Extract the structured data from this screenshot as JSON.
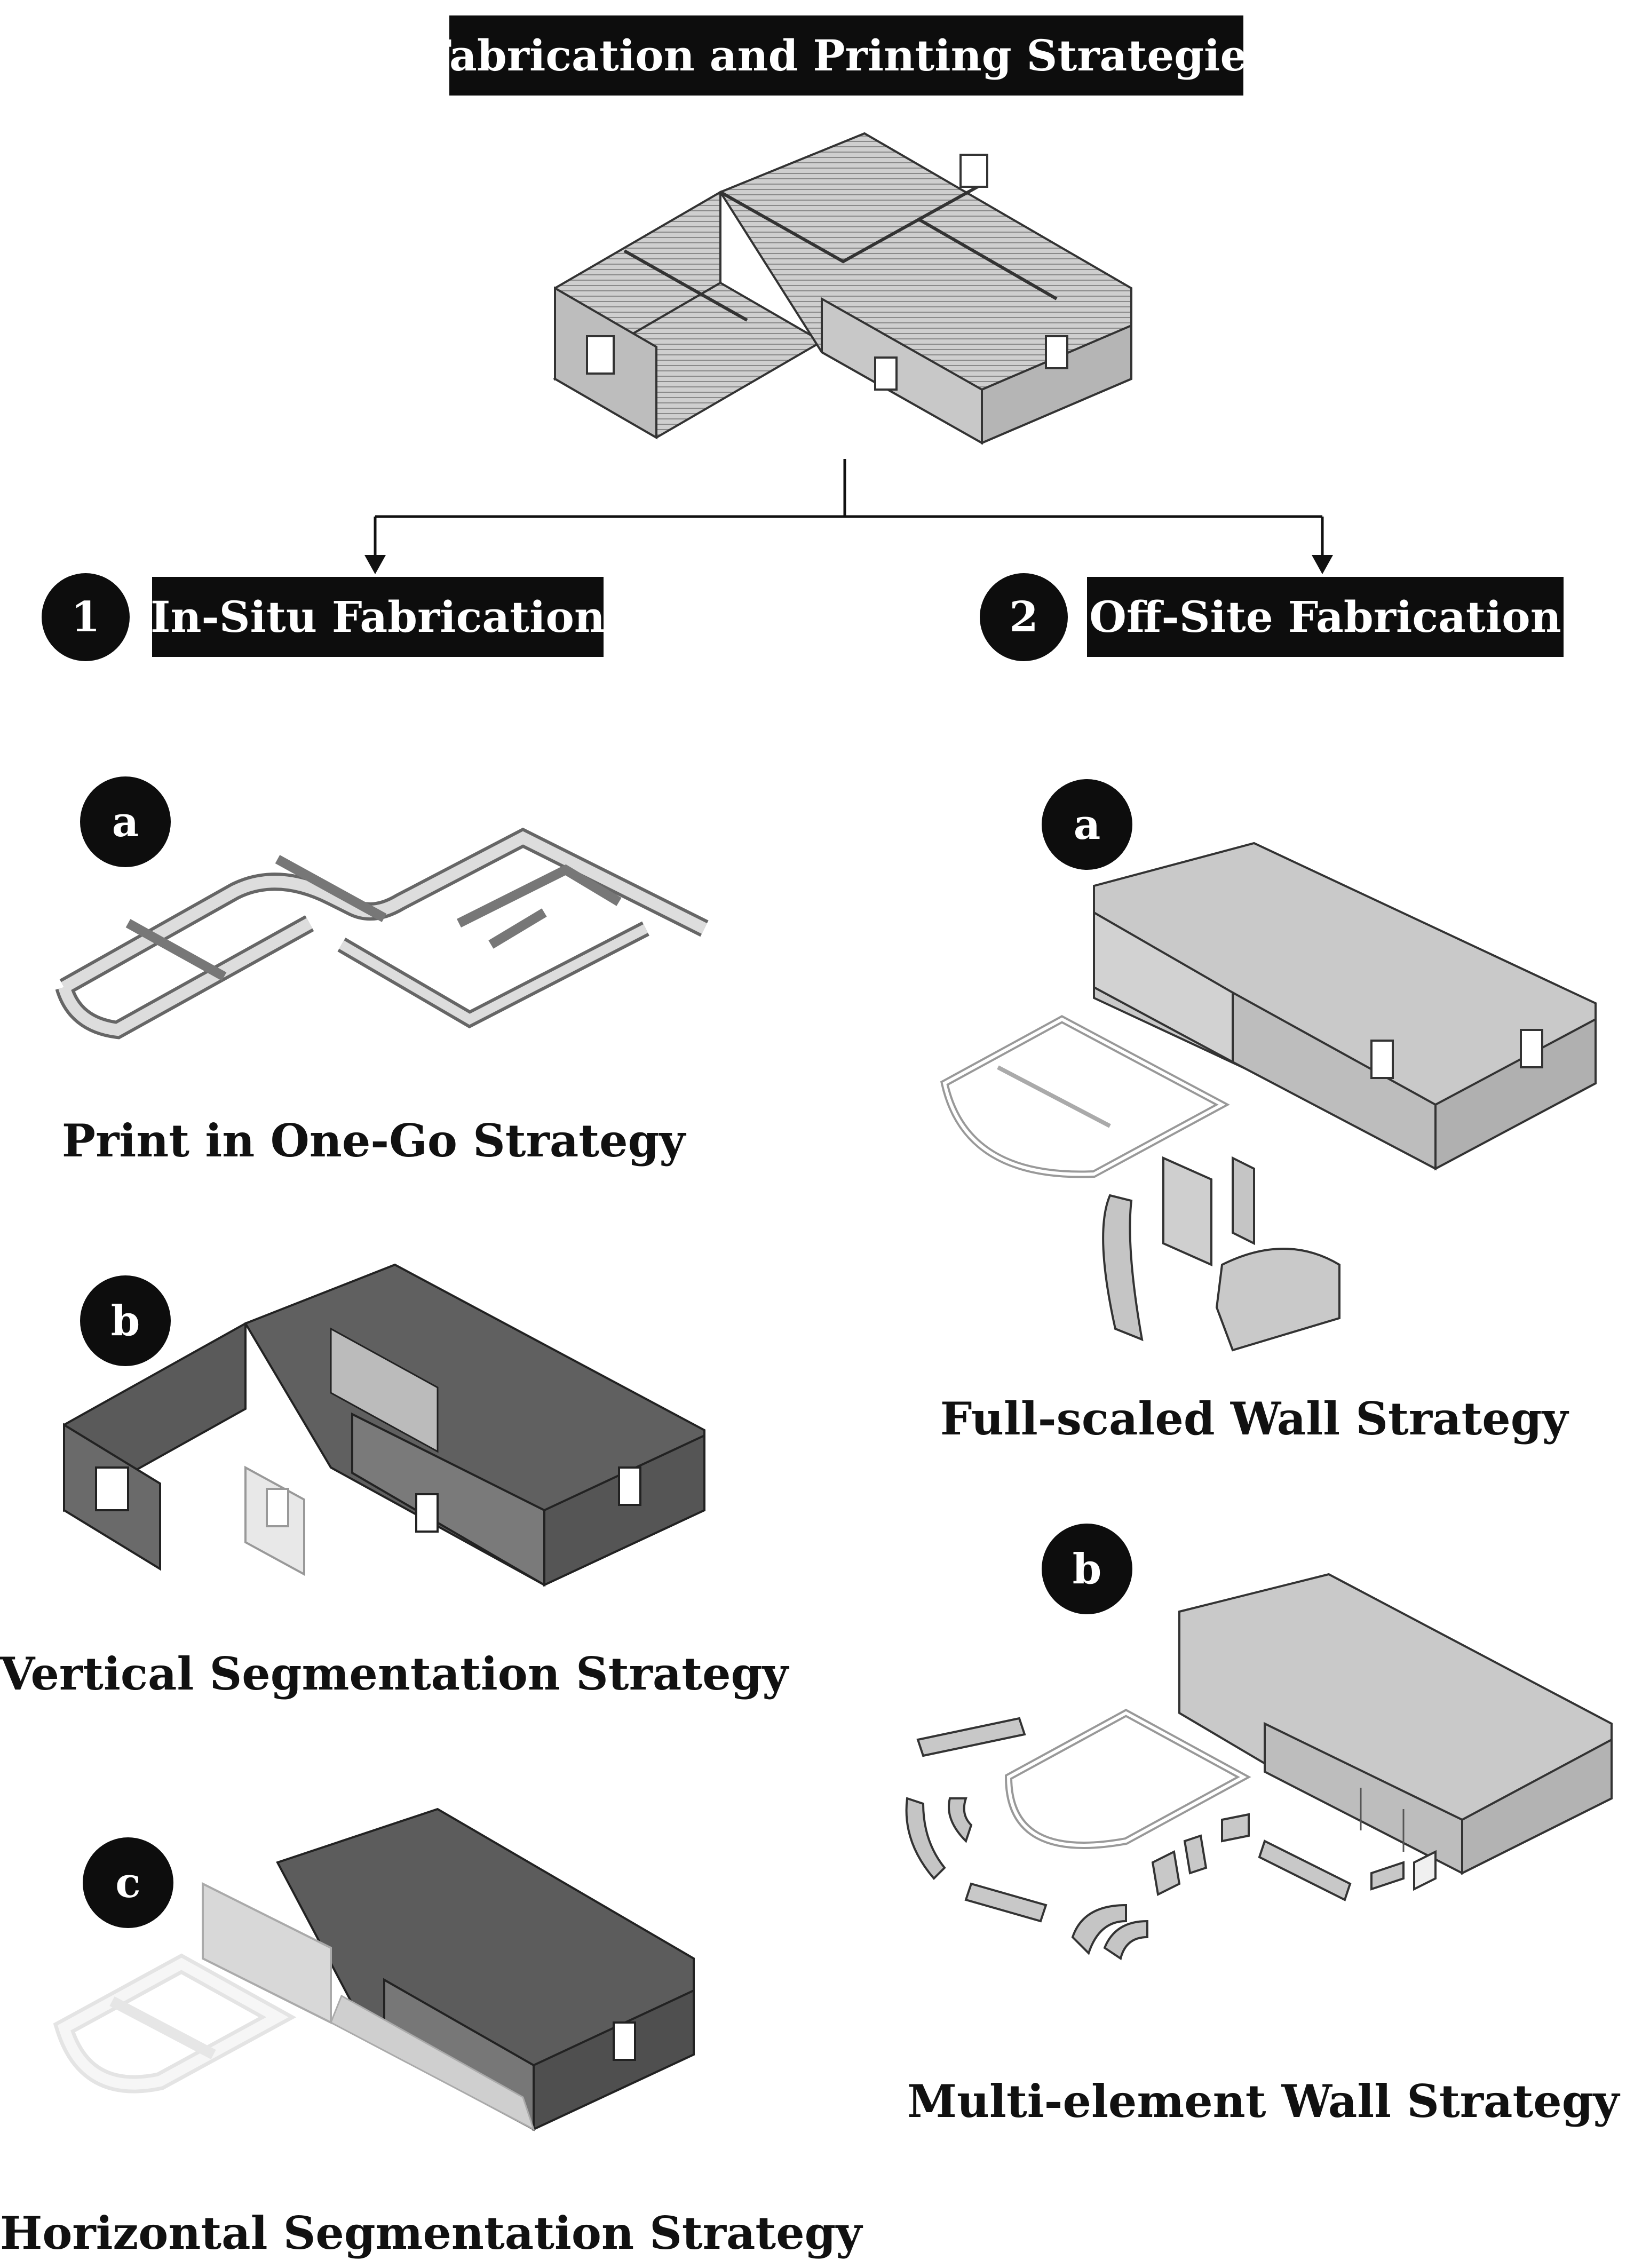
{
  "title": "Fabrication and Printing Strategies",
  "branches": [
    {
      "number": "1",
      "label": "In-Situ Fabrication"
    },
    {
      "number": "2",
      "label": "Off-Site Fabrication"
    }
  ],
  "in_situ": [
    {
      "letter": "a",
      "caption": "Print in One-Go Strategy"
    },
    {
      "letter": "b",
      "caption": "Vertical Segmentation Strategy"
    },
    {
      "letter": "c",
      "caption": "Horizontal Segmentation Strategy"
    }
  ],
  "off_site": [
    {
      "letter": "a",
      "caption": "Full-scaled Wall Strategy"
    },
    {
      "letter": "b",
      "caption": "Multi-element Wall Strategy"
    }
  ],
  "colors": {
    "label_bg": "#0d0d0d",
    "label_text": "#ffffff",
    "wall_light": "#d9d9d9",
    "wall_dark": "#5a5a5a",
    "wall_faded": "#f0f0f0"
  }
}
